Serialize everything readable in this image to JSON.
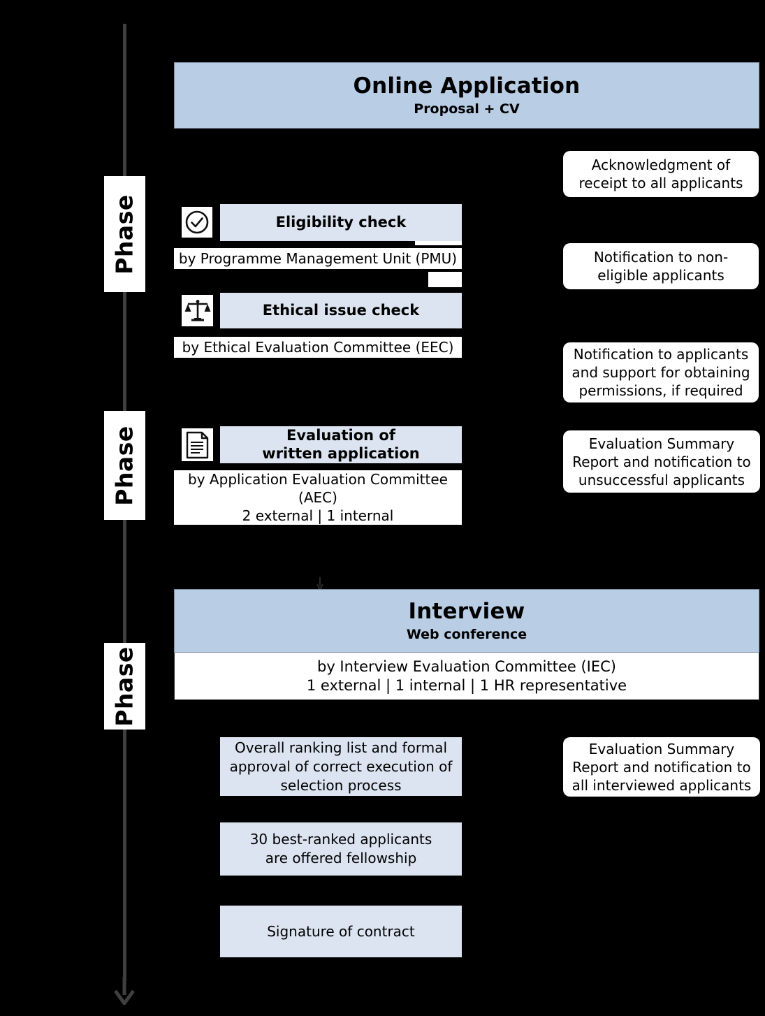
{
  "diagram": {
    "title": "Fellowship selection process flow",
    "background_color": "#000000",
    "accent_header_color": "#b9cde5",
    "accent_step_color": "#dce4f1",
    "card_color": "#ffffff",
    "timeline_color": "#3f3f3f"
  },
  "timeline": {
    "arrow_icon": "arrow-down-icon",
    "phases": [
      {
        "label": "Phase"
      },
      {
        "label": "Phase"
      },
      {
        "label": "Phase"
      }
    ]
  },
  "stages": {
    "online_application": {
      "title": "Online Application",
      "subtitle": "Proposal + CV"
    },
    "interview": {
      "title": "Interview",
      "subtitle": "Web conference",
      "committee_line_1": "by Interview Evaluation Committee (IEC)",
      "committee_line_2": "1 external | 1 internal | 1 HR representative"
    }
  },
  "steps": [
    {
      "icon": "check-circle-icon",
      "title": "Eligibility check",
      "by": "by Programme Management Unit (PMU)"
    },
    {
      "icon": "scales-balance-icon",
      "title": "Ethical issue check",
      "by": "by Ethical Evaluation Committee (EEC)"
    },
    {
      "icon": "document-icon",
      "title_line_1": "Evaluation  of",
      "title_line_2": "written application",
      "by_line_1": "by Application Evaluation Committee",
      "by_line_2": "(AEC)",
      "by_line_3": "2 external | 1 internal"
    }
  ],
  "outcomes": [
    {
      "line_1": "Overall ranking list and formal",
      "line_2": "approval of correct execution of",
      "line_3": "selection process"
    },
    {
      "line_1": "30 best-ranked applicants",
      "line_2": "are offered fellowship"
    },
    {
      "line_1": "Signature of contract"
    }
  ],
  "notifications": [
    {
      "line_1": "Acknowledgment of",
      "line_2": "receipt to all applicants"
    },
    {
      "line_1": "Notification to non-",
      "line_2": "eligible applicants"
    },
    {
      "line_1": "Notification to applicants",
      "line_2": "and support for obtaining",
      "line_3": "permissions, if required"
    },
    {
      "line_1": "Evaluation Summary",
      "line_2": "Report and notification to",
      "line_3": "unsuccessful applicants"
    },
    {
      "line_1": "Evaluation Summary",
      "line_2": "Report and notification to",
      "line_3": "all interviewed applicants"
    }
  ]
}
